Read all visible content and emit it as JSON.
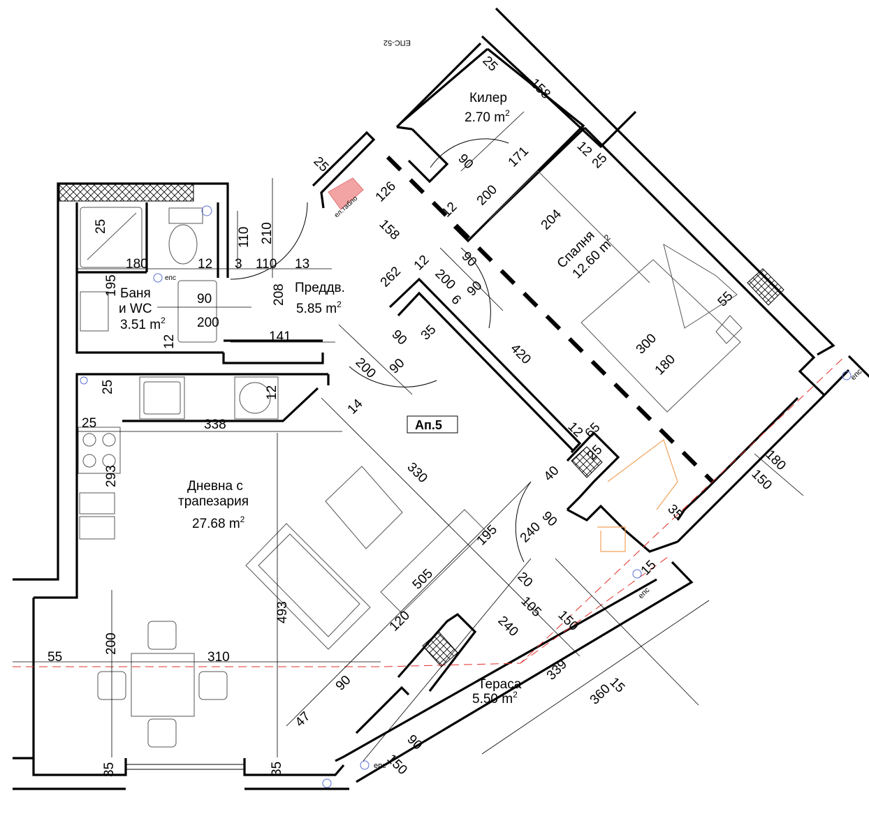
{
  "apartment_label": "Ап.5",
  "rooms": {
    "kiler": {
      "name": "Килер",
      "area": "2.70",
      "unit": "m",
      "sup": "2"
    },
    "bedroom": {
      "name": "Спалня",
      "area": "12.60",
      "unit": "m",
      "sup": "2"
    },
    "hall": {
      "name": "Преддв.",
      "area": "5.85",
      "unit": "m",
      "sup": "2"
    },
    "bath": {
      "name1": "Баня",
      "name2": "и WC",
      "area": "3.51",
      "unit": "m",
      "sup": "2"
    },
    "living": {
      "name1": "Дневна с",
      "name2": "трапезария",
      "area": "27.68",
      "unit": "m",
      "sup": "2"
    },
    "terrace": {
      "name": "Тераса",
      "area": "5.50",
      "unit": "m",
      "sup": "2"
    }
  },
  "annotations": {
    "panel": "ел.табло",
    "eps1": "епс",
    "eps2": "епс",
    "eps3": "епс",
    "eps4": "епс",
    "mirror_tag": "ЕПС-52"
  },
  "dimensions": {
    "d1": "25",
    "d2": "158",
    "d3": "171",
    "d4": "12",
    "d5": "25",
    "d6": "90",
    "d7": "200",
    "d8": "12",
    "d9": "204",
    "d10": "25",
    "d11": "126",
    "d12": "158",
    "d13": "262",
    "d14": "12",
    "d15": "200",
    "d16": "90",
    "d17": "90",
    "d18": "6",
    "d19": "90",
    "d20": "35",
    "d21": "200",
    "d22": "90",
    "d23": "420",
    "d24": "300",
    "d25": "180",
    "d26": "55",
    "d27": "25",
    "d28": "110",
    "d29": "210",
    "d30": "180",
    "d31": "12",
    "d32": "3",
    "d33": "110",
    "d34": "13",
    "d35": "195",
    "d36": "90",
    "d37": "200",
    "d38": "208",
    "d39": "12",
    "d40": "141",
    "d41": "25",
    "d42": "12",
    "d43": "25",
    "d44": "338",
    "d45": "14",
    "d46": "330",
    "d47": "293",
    "d48": "12",
    "d49": "65",
    "d50": "25",
    "d51": "40",
    "d52": "180",
    "d53": "150",
    "d54": "35",
    "d55": "90",
    "d56": "240",
    "d57": "195",
    "d58": "505",
    "d59": "20",
    "d60": "105",
    "d61": "15",
    "d62": "493",
    "d63": "120",
    "d64": "240",
    "d65": "150",
    "d66": "200",
    "d67": "55",
    "d68": "310",
    "d69": "339",
    "d70": "15",
    "d71": "360",
    "d72": "90",
    "d73": "47",
    "d74": "90",
    "d75": "150",
    "d76": "35",
    "d77": "35"
  }
}
